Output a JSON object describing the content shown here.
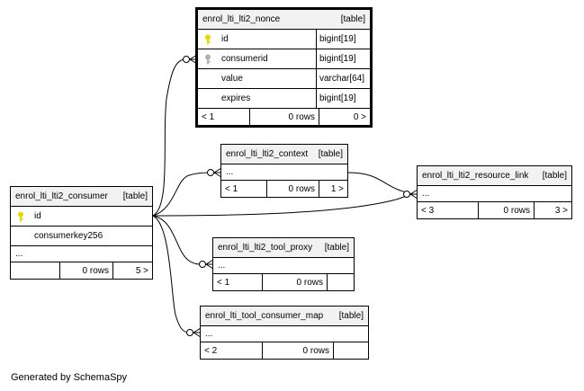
{
  "tables": {
    "nonce": {
      "name": "enrol_lti_lti2_nonce",
      "tag": "[table]",
      "columns": [
        {
          "name": "id",
          "type": "bigint[19]",
          "key": "primary"
        },
        {
          "name": "consumerid",
          "type": "bigint[19]",
          "key": "foreign"
        },
        {
          "name": "value",
          "type": "varchar[64]",
          "key": "none"
        },
        {
          "name": "expires",
          "type": "bigint[19]",
          "key": "none"
        }
      ],
      "footer": {
        "parents": "< 1",
        "rows": "0 rows",
        "children": "0 >"
      }
    },
    "context": {
      "name": "enrol_lti_lti2_context",
      "tag": "[table]",
      "more": "...",
      "footer": {
        "parents": "< 1",
        "rows": "0 rows",
        "children": "1 >"
      }
    },
    "consumer": {
      "name": "enrol_lti_lti2_consumer",
      "tag": "[table]",
      "columns": [
        {
          "name": "id",
          "key": "primary"
        },
        {
          "name": "consumerkey256",
          "key": "none"
        }
      ],
      "more": "...",
      "footer": {
        "parents": "",
        "rows": "0 rows",
        "children": "5 >"
      }
    },
    "resource_link": {
      "name": "enrol_lti_lti2_resource_link",
      "tag": "[table]",
      "more": "...",
      "footer": {
        "parents": "< 3",
        "rows": "0 rows",
        "children": "3 >"
      }
    },
    "tool_proxy": {
      "name": "enrol_lti_lti2_tool_proxy",
      "tag": "[table]",
      "more": "...",
      "footer": {
        "parents": "< 1",
        "rows": "0 rows",
        "children": ""
      }
    },
    "tool_consumer_map": {
      "name": "enrol_lti_tool_consumer_map",
      "tag": "[table]",
      "more": "...",
      "footer": {
        "parents": "< 2",
        "rows": "0 rows",
        "children": ""
      }
    }
  },
  "relationships": [
    {
      "from": "consumer",
      "to": "nonce"
    },
    {
      "from": "consumer",
      "to": "context"
    },
    {
      "from": "consumer",
      "to": "resource_link"
    },
    {
      "from": "context",
      "to": "resource_link"
    },
    {
      "from": "consumer",
      "to": "tool_proxy"
    },
    {
      "from": "consumer",
      "to": "tool_consumer_map"
    }
  ],
  "colors": {
    "header_bg": "#f2f2f2",
    "primary_key": "#e8d800",
    "foreign_key": "#b0b0b0",
    "line": "#000000"
  },
  "icons": {
    "primary_key": "key-icon",
    "foreign_key": "foreign-key-icon"
  },
  "credit": "Generated by SchemaSpy"
}
